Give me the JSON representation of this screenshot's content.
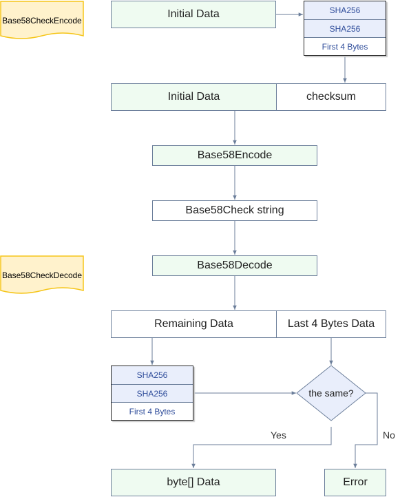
{
  "notes": {
    "encode_label": "Base58CheckEncode",
    "decode_label": "Base58CheckDecode"
  },
  "encode": {
    "initial_data_top": "Initial Data",
    "hash_stack": [
      "SHA256",
      "SHA256",
      "First 4 Bytes"
    ],
    "initial_data_combined": "Initial Data",
    "checksum": "checksum",
    "base58_encode": "Base58Encode",
    "base58check_string": "Base58Check string"
  },
  "decode": {
    "base58_decode": "Base58Decode",
    "remaining_data": "Remaining Data",
    "last_4_bytes": "Last 4 Bytes Data",
    "hash_stack": [
      "SHA256",
      "SHA256",
      "First 4 Bytes"
    ],
    "decision": "the same?",
    "yes_label": "Yes",
    "no_label": "No",
    "result_ok": "byte[] Data",
    "result_error": "Error"
  },
  "colors": {
    "process_fill": "#effbf1",
    "stroke": "#6b7e9a",
    "note_fill": "#fff2cc",
    "note_stroke": "#f5c518",
    "stack_row_fill": "#e9eefb",
    "stack_text": "#2e4c9a"
  }
}
